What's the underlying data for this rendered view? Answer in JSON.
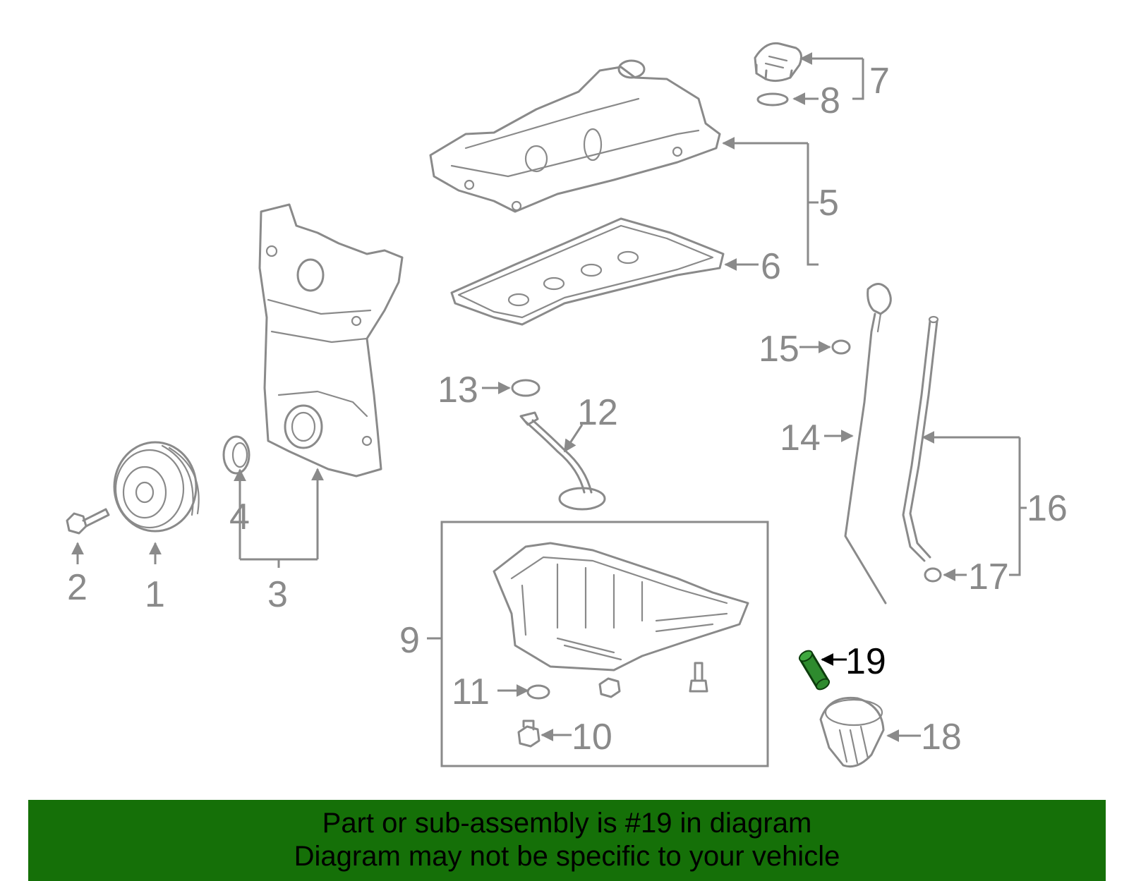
{
  "diagram": {
    "callouts": [
      "1",
      "2",
      "3",
      "4",
      "5",
      "6",
      "7",
      "8",
      "9",
      "10",
      "11",
      "12",
      "13",
      "14",
      "15",
      "16",
      "17",
      "18",
      "19"
    ],
    "highlighted_part": "19",
    "colors": {
      "line_art": "#8a8a8a",
      "highlight_part": "#2e8b2e",
      "banner_background": "#157008",
      "banner_text": "#000000"
    }
  },
  "banner": {
    "line1": "Part or sub-assembly is #19 in diagram",
    "line2": "Diagram may not be specific to your vehicle"
  }
}
